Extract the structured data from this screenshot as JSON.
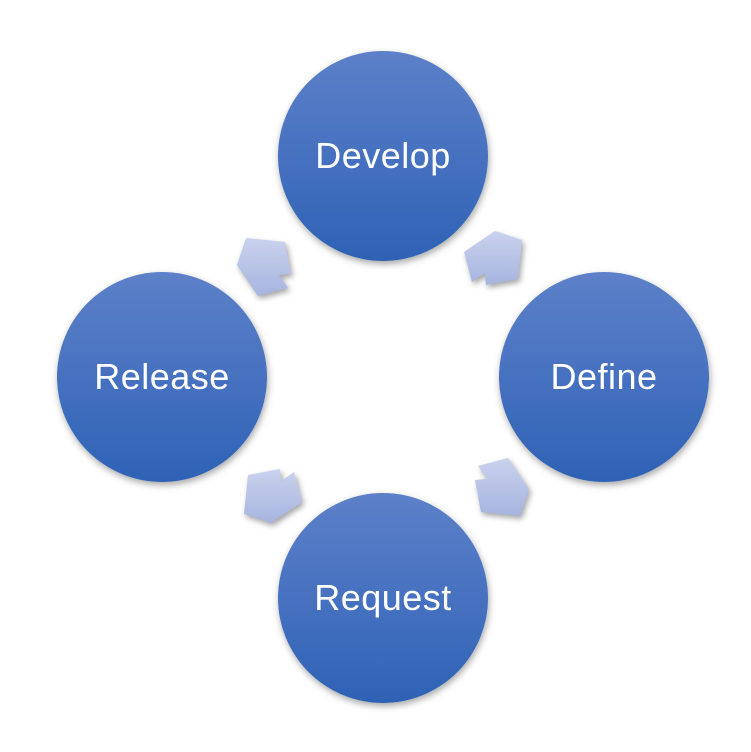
{
  "diagram": {
    "type": "cycle",
    "direction": "clockwise",
    "nodes": [
      {
        "id": "develop",
        "label": "Develop",
        "position": "top"
      },
      {
        "id": "define",
        "label": "Define",
        "position": "right"
      },
      {
        "id": "request",
        "label": "Request",
        "position": "bottom"
      },
      {
        "id": "release",
        "label": "Release",
        "position": "left"
      }
    ],
    "arrows": [
      {
        "from": "release",
        "to": "develop",
        "position": "top-left"
      },
      {
        "from": "develop",
        "to": "define",
        "position": "top-right"
      },
      {
        "from": "define",
        "to": "request",
        "position": "bottom-right"
      },
      {
        "from": "request",
        "to": "release",
        "position": "bottom-left"
      }
    ],
    "colors": {
      "background": "#ffffff",
      "node_gradient_top": "#5d80c9",
      "node_gradient_mid": "#4470bf",
      "node_gradient_bottom": "#2e62b5",
      "arrow_gradient_top": "#c9d2ed",
      "arrow_gradient_bottom": "#a6b4df",
      "label_text": "#ffffff"
    }
  }
}
